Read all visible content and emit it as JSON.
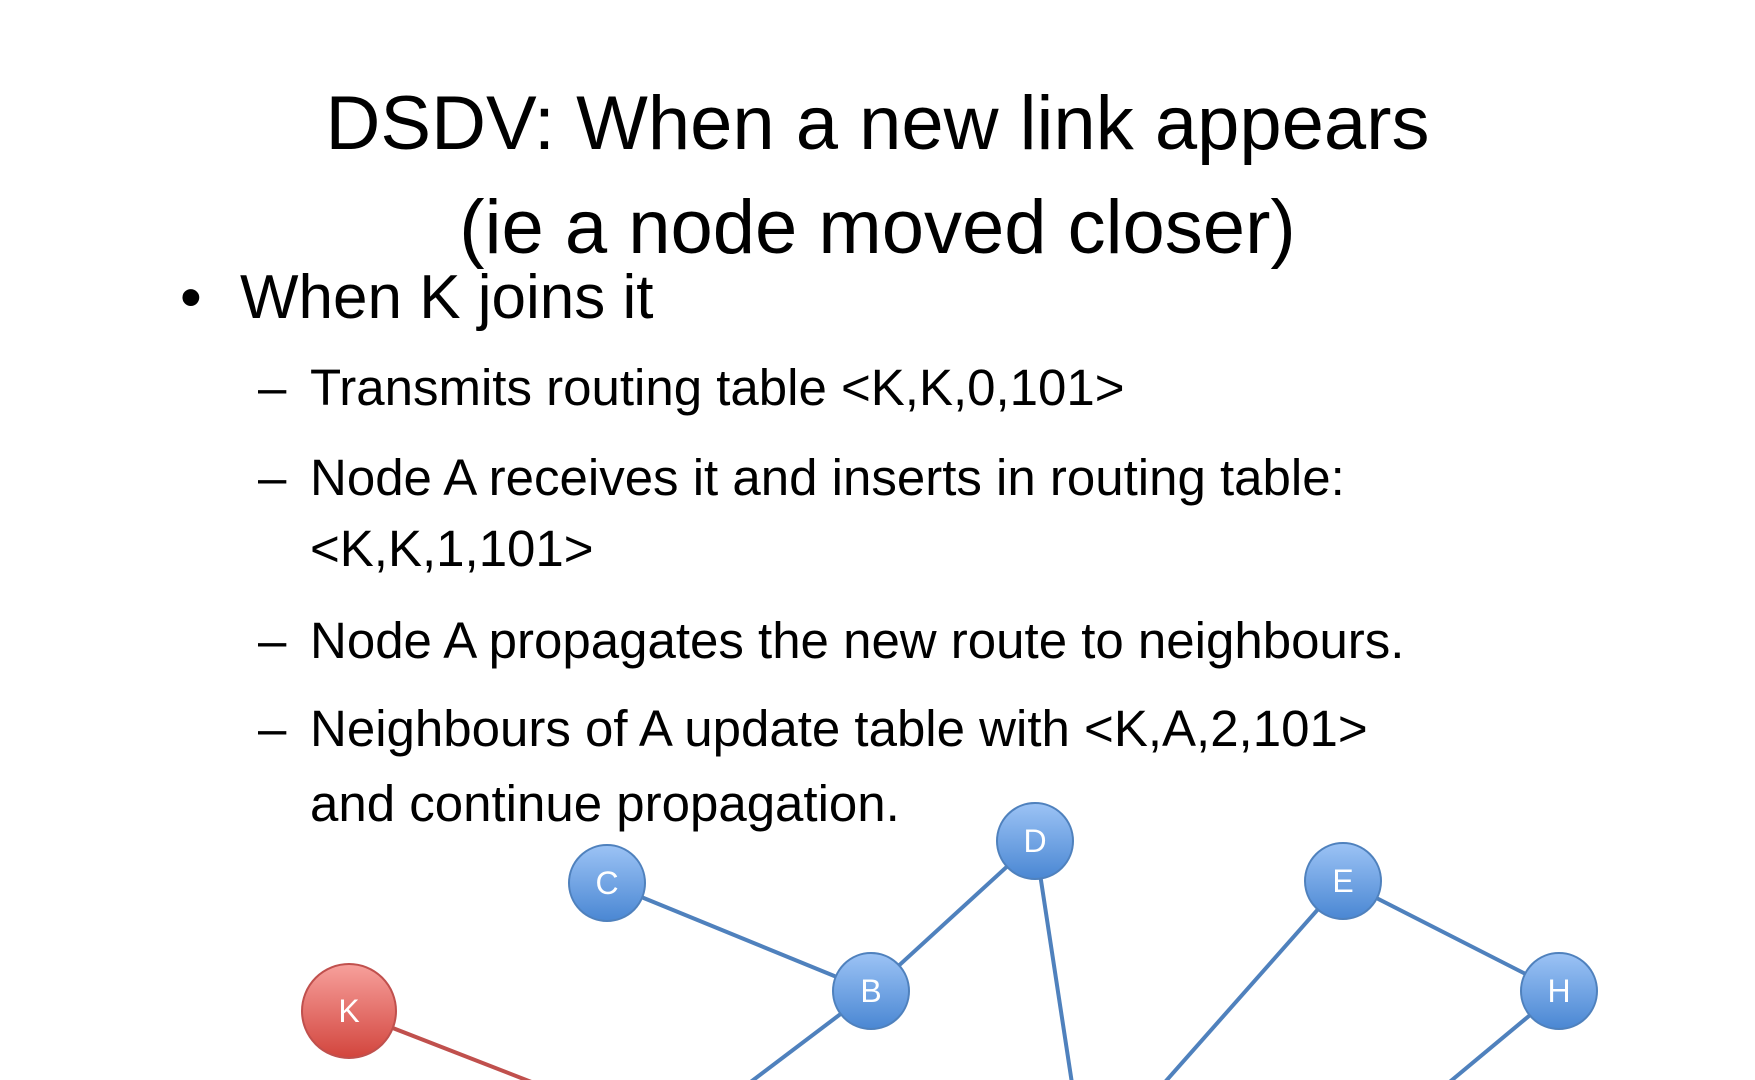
{
  "title": {
    "line1": "DSDV: When a new link appears",
    "line2": "(ie a node moved closer)"
  },
  "bullet": {
    "symbol": "•",
    "text": "When K joins it"
  },
  "sub_items": [
    {
      "dash": "–",
      "text": "Transmits routing table <K,K,0,101>"
    },
    {
      "dash": "–",
      "text": "Node A receives it and inserts in routing table:",
      "cont": "<K,K,1,101>"
    },
    {
      "dash": "–",
      "text": "Node A propagates the new route to neighbours."
    },
    {
      "dash": "–",
      "text": "Neighbours of A update table with <K,A,2,101>",
      "cont": "and continue propagation."
    }
  ],
  "graph": {
    "nodes": [
      {
        "id": "K",
        "color": "red"
      },
      {
        "id": "C",
        "color": "blue"
      },
      {
        "id": "D",
        "color": "blue"
      },
      {
        "id": "B",
        "color": "blue"
      },
      {
        "id": "E",
        "color": "blue"
      },
      {
        "id": "H",
        "color": "blue"
      }
    ],
    "edges": [
      [
        "C",
        "B"
      ],
      [
        "B",
        "D"
      ],
      [
        "E",
        "H"
      ]
    ],
    "colors": {
      "blue_node": "#5b9bd5",
      "red_node": "#e06666",
      "blue_edge": "#4f81bd",
      "red_edge": "#c0504d"
    }
  }
}
